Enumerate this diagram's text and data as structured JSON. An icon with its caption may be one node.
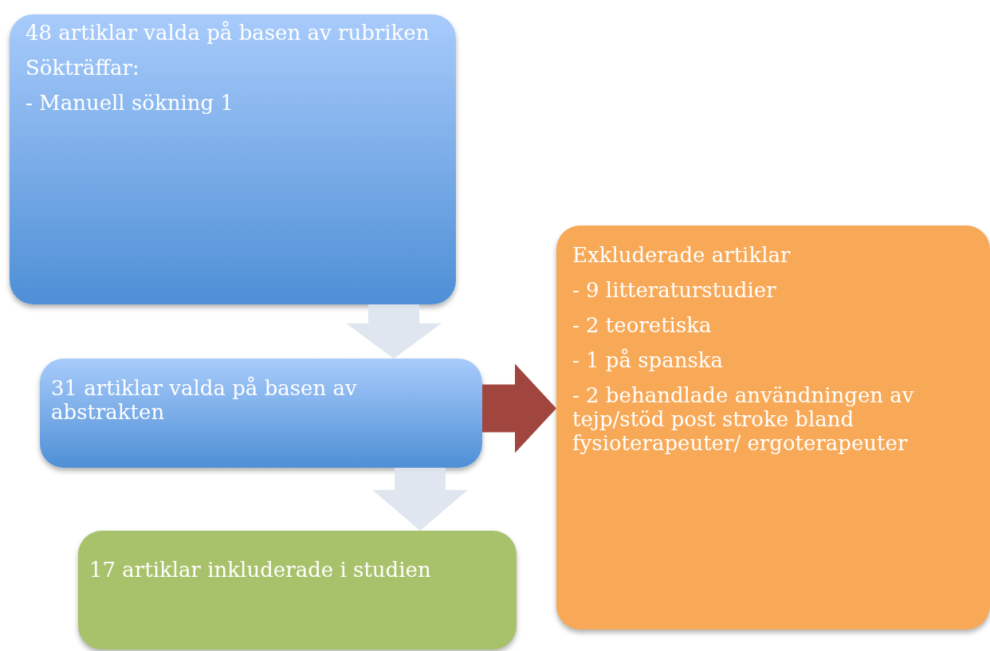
{
  "diagram": {
    "nodes": [
      {
        "text": [
          "48 artiklar valda på basen av rubriken",
          "Sökträffar:",
          "- Manuell sökning 1"
        ]
      },
      {
        "text": [
          "31 artiklar valda på basen av abstrakten"
        ]
      },
      {
        "text": [
          "17 artiklar inkluderade i studien"
        ]
      },
      {
        "text": [
          "Exkluderade artiklar",
          "- 9 litteraturstudier",
          "- 2 teoretiska",
          "- 1 på spanska",
          "- 2 behandlade användningen av tejp/stöd post stroke bland fysioterapeuter/ ergoterapeuter"
        ]
      }
    ],
    "edges": [
      {
        "from": 0,
        "to": 1,
        "arrow": "to",
        "style": "thick"
      },
      {
        "from": 1,
        "to": 2,
        "arrow": "to",
        "style": "thick"
      },
      {
        "from": 1,
        "to": 3,
        "arrow": "to",
        "style": "thick",
        "color": "#a0463f"
      }
    ]
  }
}
